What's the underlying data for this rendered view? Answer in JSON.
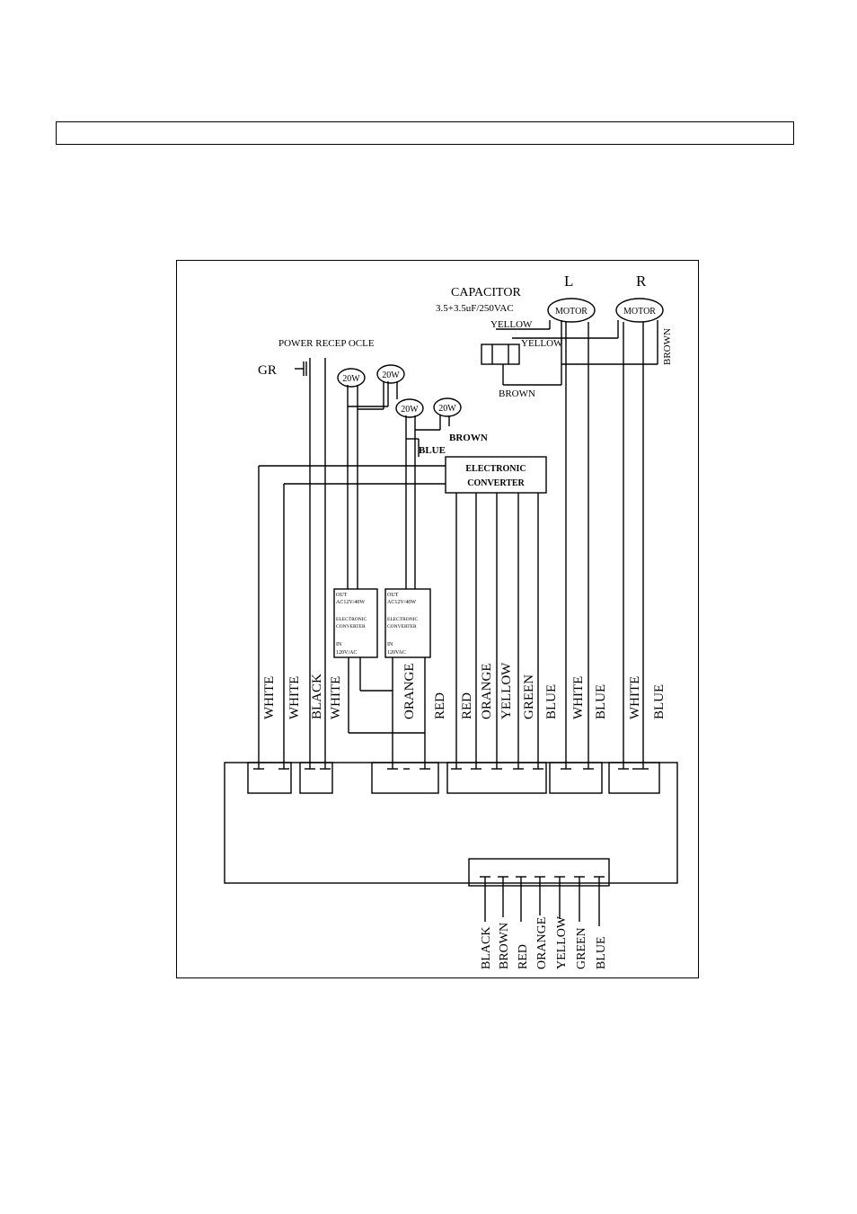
{
  "header": {
    "text": ""
  },
  "labels": {
    "capacitor": "CAPACITOR",
    "capacitor_rating": "3.5+3.5uF/250VAC",
    "left": "L",
    "right": "R",
    "motor_left": "MOTOR",
    "motor_right": "MOTOR",
    "cap_yellow1": "YELLOW",
    "cap_yellow2": "YELLOW",
    "cap_brown": "BROWN",
    "motor_brown": "BROWN",
    "power": "POWER RECEP OCLE",
    "gr": "GR",
    "bulb1": "20W",
    "bulb2": "20W",
    "bulb3": "20W",
    "bulb4": "20W",
    "bulb_brown": "BROWN",
    "bulb_blue": "BLUE",
    "converter_line1": "ELECTRONIC",
    "converter_line2": "CONVERTER",
    "trans1_out": "OUT",
    "trans1_rating": "AC12V/40W",
    "trans1_e1": "ELECTRONIC",
    "trans1_e2": "CONVERTER",
    "trans1_in": "IN",
    "trans1_in_v": "120V/AC",
    "trans2_out": "OUT",
    "trans2_rating": "AC12V/40W",
    "trans2_e1": "ELECTRONIC",
    "trans2_e2": "CONVERTER",
    "trans2_in": "IN",
    "trans2_in_v": "120VAC"
  },
  "top_wires": [
    "WHITE",
    "WHITE",
    "BLACK",
    "WHITE",
    "ORANGE",
    "RED",
    "RED",
    "ORANGE",
    "YELLOW",
    "GREEN",
    "BLUE",
    "WHITE",
    "BLUE",
    "WHITE",
    "BLUE"
  ],
  "bottom_wires": [
    "BLACK",
    "BROWN",
    "RED",
    "ORANGE",
    "YELLOW",
    "GREEN",
    "BLUE"
  ]
}
